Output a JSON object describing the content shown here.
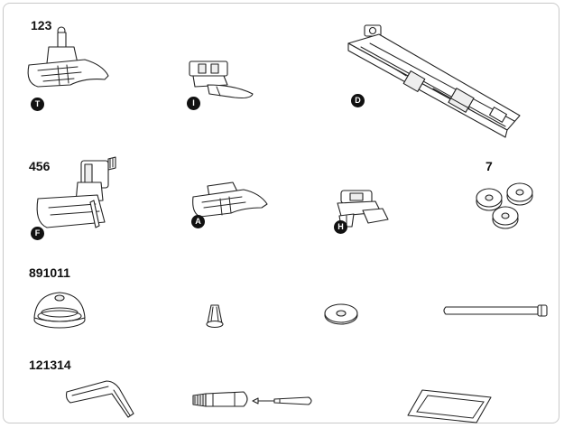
{
  "labels": {
    "row1": "123",
    "row2_left": "456",
    "row2_right": "7",
    "row3": "891011",
    "row4": "121314"
  },
  "badges": {
    "t": "T",
    "i": "I",
    "d": "D",
    "f": "F",
    "a": "A",
    "h": "H"
  }
}
